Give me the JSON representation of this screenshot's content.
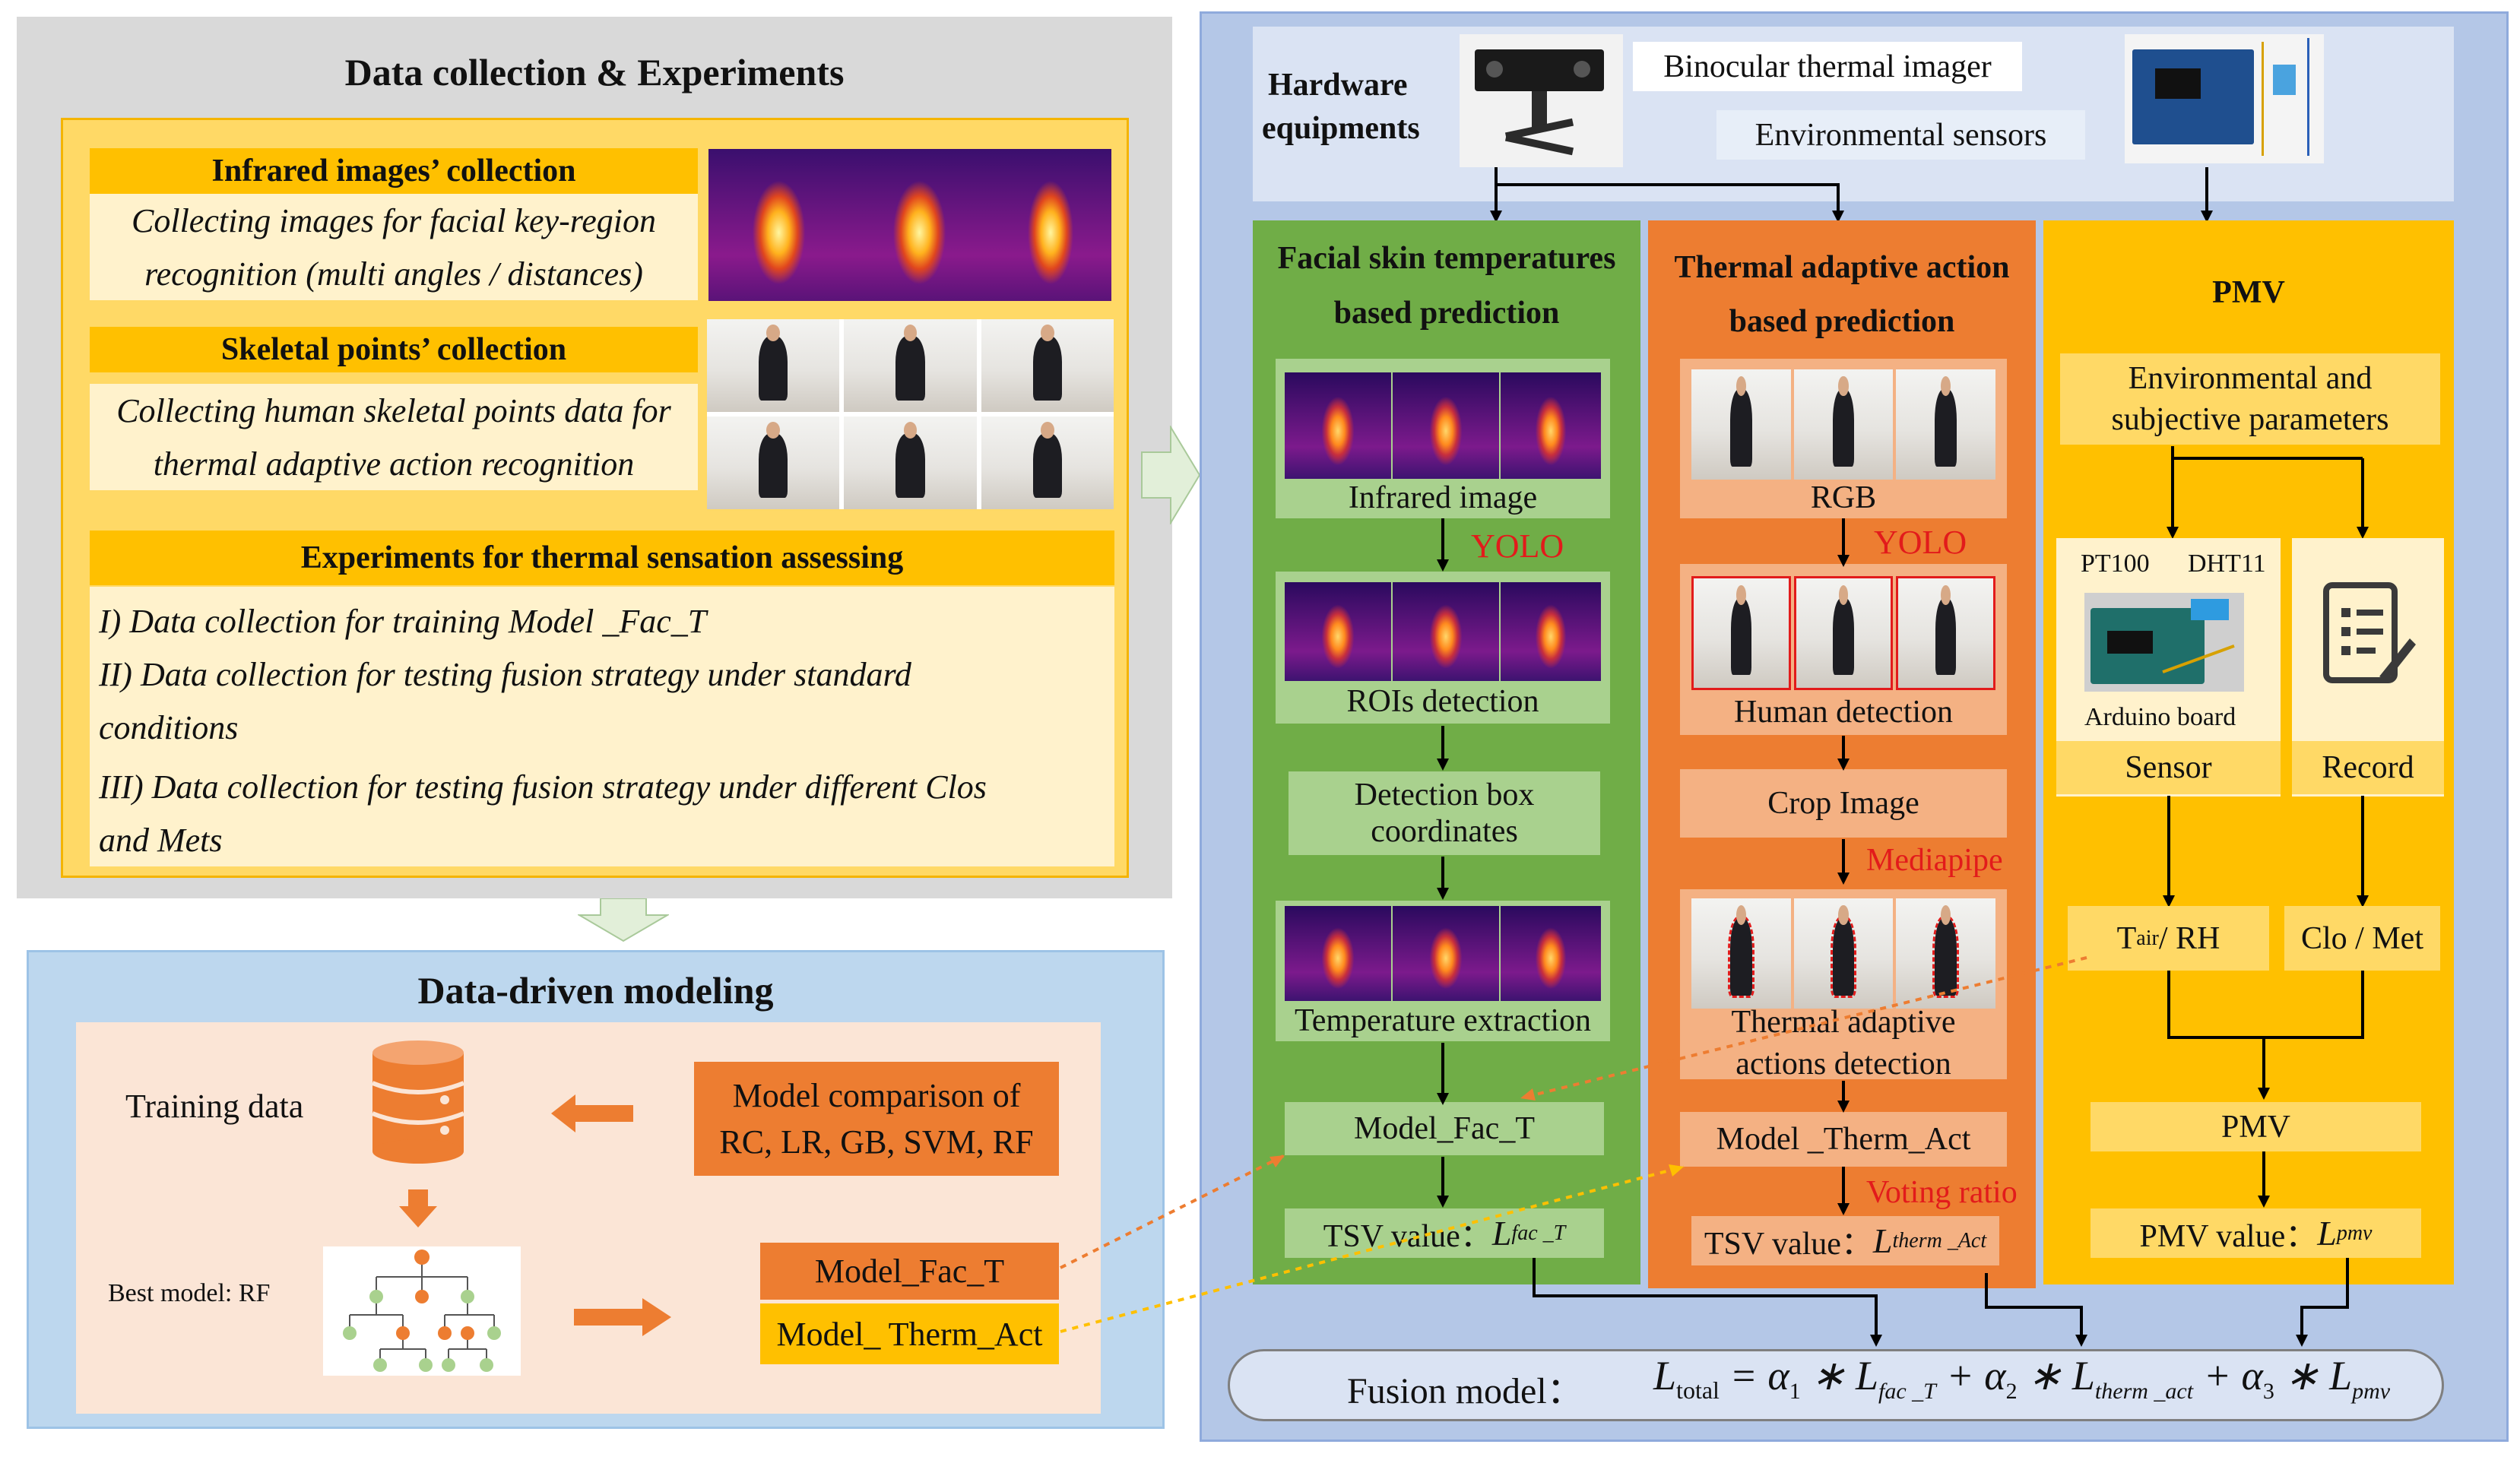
{
  "left_top": {
    "title": "Data collection & Experiments",
    "infrared": {
      "header": "Infrared images’ collection",
      "line1": "Collecting images for facial key-region",
      "line2": "recognition (multi angles / distances)"
    },
    "skeletal": {
      "header": "Skeletal points’ collection",
      "line1": "Collecting human skeletal points data for",
      "line2": "thermal adaptive action recognition"
    },
    "experiments": {
      "header": "Experiments for thermal sensation assessing",
      "line1": "I) Data collection for training Model _Fac_T",
      "line2": "II) Data collection for testing fusion strategy under standard",
      "line3": "conditions",
      "line4": "III) Data collection for testing fusion strategy under different Clos",
      "line5": "and Mets"
    }
  },
  "left_bottom": {
    "title": "Data-driven modeling",
    "training_data": "Training data",
    "comparison_line1": "Model comparison of",
    "comparison_line2": "RC, LR, GB, SVM, RF",
    "best_model": "Best model: RF",
    "model_fac": "Model_Fac_T",
    "model_therm": "Model_ Therm_Act"
  },
  "hardware": {
    "label_line1": "Hardware",
    "label_line2": "equipments",
    "imager": "Binocular thermal imager",
    "sensors": "Environmental sensors"
  },
  "col_green": {
    "title_line1": "Facial skin temperatures",
    "title_line2": "based prediction",
    "infrared_image": "Infrared image",
    "yolo": "YOLO",
    "rois": "ROIs detection",
    "detbox_line1": "Detection box",
    "detbox_line2": "coordinates",
    "temp_extract": "Temperature extraction",
    "model": "Model_Fac_T",
    "tsv_prefix": "TSV value：",
    "tsv_L": "L",
    "tsv_sub": "fac _T"
  },
  "col_orange": {
    "title_line1": "Thermal adaptive action",
    "title_line2": "based prediction",
    "rgb": "RGB",
    "yolo": "YOLO",
    "human_detection": "Human detection",
    "crop": "Crop Image",
    "mediapipe": "Mediapipe",
    "actions_line1": "Thermal adaptive",
    "actions_line2": "actions detection",
    "model": "Model _Therm_Act",
    "voting": "Voting ratio",
    "tsv_prefix": "TSV value：",
    "tsv_L": "L",
    "tsv_sub": "therm _Act"
  },
  "col_yellow": {
    "title": "PMV",
    "env_line1": "Environmental and",
    "env_line2": "subjective parameters",
    "pt100": "PT100",
    "dht11": "DHT11",
    "arduino": "Arduino board",
    "sensor": "Sensor",
    "record": "Record",
    "tair_T": "T",
    "tair_sub": "air",
    "tair_rest": " / RH",
    "clo_met": "Clo / Met",
    "pmv": "PMV",
    "pmv_value_prefix": "PMV value：",
    "pmv_L": "L",
    "pmv_sub": "pmv"
  },
  "fusion": {
    "label": "Fusion  model：",
    "L": "L",
    "total_sub": "total",
    "eq": " = α",
    "a1": "1",
    "times1": " ∗ L",
    "fac_sub": "fac _T",
    "plus1": " + α",
    "a2": "2",
    "times2": " ∗ L",
    "therm_sub": "therm _act",
    "plus2": " + α",
    "a3": "3",
    "times3": " ∗ L",
    "pmv_sub": "pmv"
  },
  "colors": {
    "gray_panel": "#d9d9d9",
    "blue_panel": "#bdd7ee",
    "right_panel": "#b4c7e7",
    "yellow_box": "#ffd966",
    "gold_header": "#ffc000",
    "green_col": "#70ad47",
    "orange_col": "#ed7d31",
    "pmv_col": "#ffc000"
  }
}
